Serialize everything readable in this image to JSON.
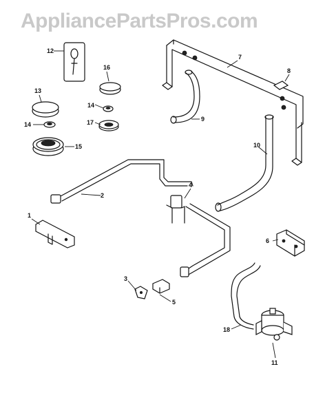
{
  "watermark": "AppliancePartsPros.com",
  "callouts": {
    "c1": "1",
    "c2": "2",
    "c3": "3",
    "c4": "4",
    "c5": "5",
    "c6": "6",
    "c7": "7",
    "c8": "8",
    "c9": "9",
    "c10": "10",
    "c11": "11",
    "c12": "12",
    "c13": "13",
    "c14a": "14",
    "c14b": "14",
    "c15": "15",
    "c16": "16",
    "c17": "17",
    "c18": "18"
  },
  "colors": {
    "line": "#111111",
    "watermark": "#c9c9c9",
    "background": "#ffffff"
  }
}
